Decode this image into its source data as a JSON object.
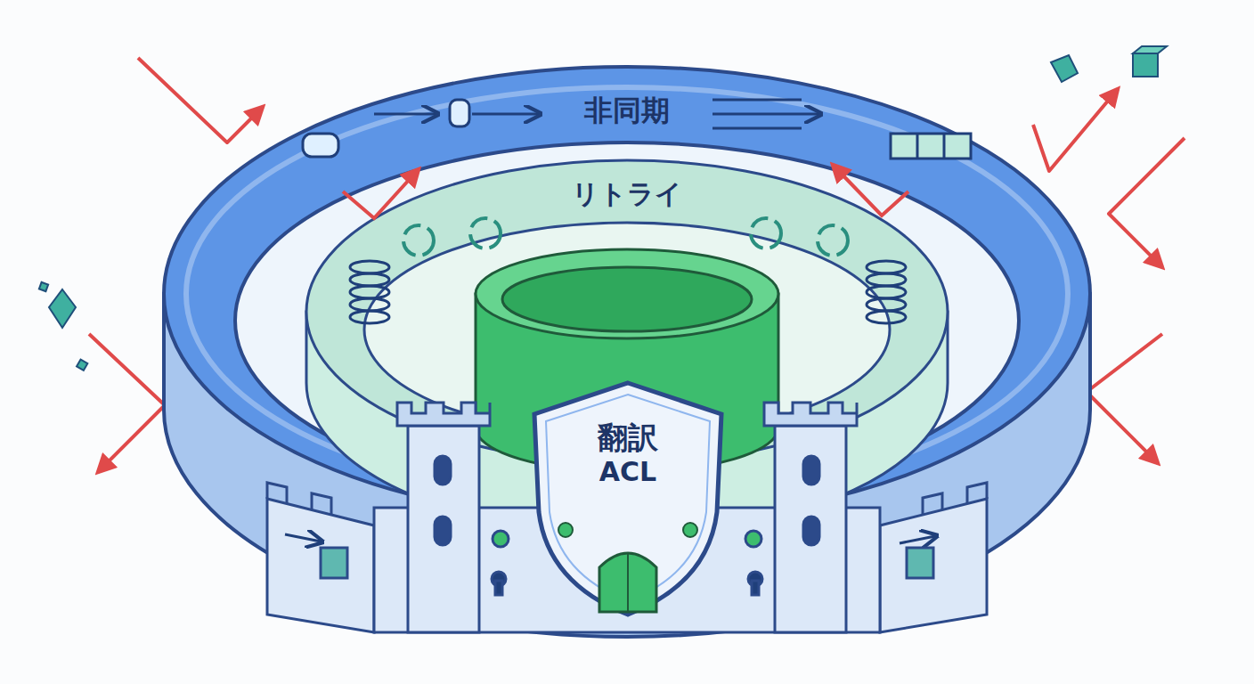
{
  "diagram": {
    "nodes": [
      {
        "text": [
          "非同期"
        ]
      },
      {
        "text": [
          "リトライ"
        ],
        "in": 0
      },
      {
        "text": [
          "翻訳",
          "ACL"
        ],
        "in": 1
      }
    ]
  }
}
